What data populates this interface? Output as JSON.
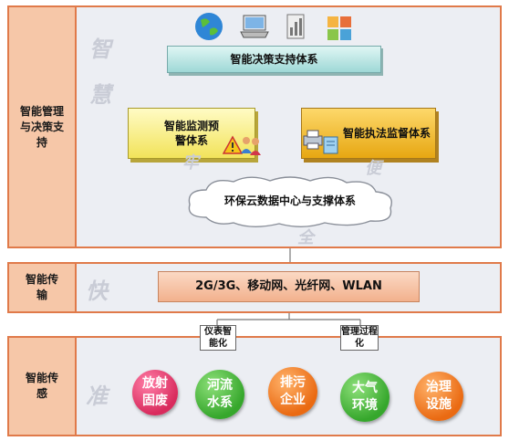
{
  "layers": {
    "top": {
      "label": "智能管理与决策支持",
      "watermark1": "智",
      "watermark2": "慧"
    },
    "middle": {
      "label": "智能传输",
      "watermark": "快"
    },
    "bottom": {
      "label": "智能传感",
      "watermark": "准"
    }
  },
  "decision_box": "智能决策支持体系",
  "monitor_box": "智能监测预警体系",
  "enforce_box": "智能执法监督体系",
  "cloud": "环保云数据中心与支撑体系",
  "cloud_watermarks": [
    "牢",
    "便",
    "全"
  ],
  "network_box": "2G/3G、移动网、光纤网、WLAN",
  "hub_left": "仪表智能化",
  "hub_right": "管理过程化",
  "nodes": [
    {
      "label": "放射固废",
      "color": "#d92b5d"
    },
    {
      "label": "河流水系",
      "color": "#36a72c"
    },
    {
      "label": "排污企业",
      "color": "#ea6a12"
    },
    {
      "label": "大气环境",
      "color": "#36a72c"
    },
    {
      "label": "治理设施",
      "color": "#ea6a12"
    }
  ],
  "icons": [
    "globe-icon",
    "laptop-icon",
    "chart-icon",
    "grid-icon",
    "warning-icon",
    "people-icon",
    "printer-icon",
    "document-icon"
  ]
}
